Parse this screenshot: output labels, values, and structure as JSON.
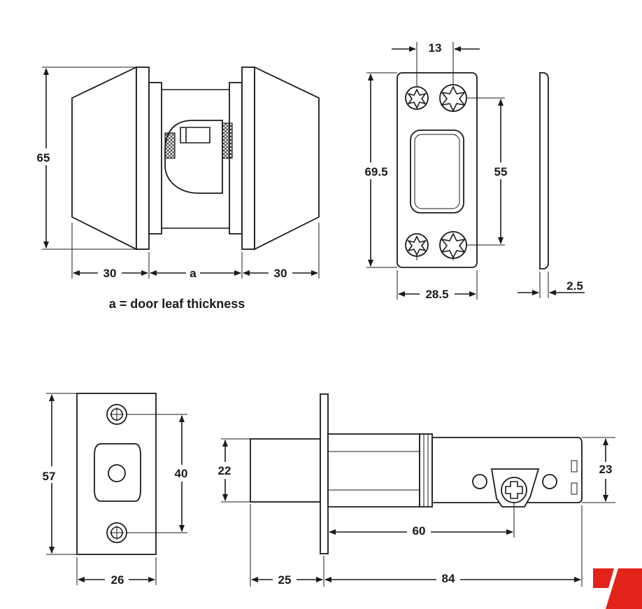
{
  "deadbolt_front": {
    "height": "65",
    "left_width": "30",
    "door_gap": "a",
    "right_width": "30",
    "note": "a = door leaf thickness"
  },
  "strike_plate": {
    "screw_spacing": "13",
    "height": "69.5",
    "hole_spacing": "55",
    "width": "28.5",
    "thickness": "2.5"
  },
  "face_plate": {
    "height": "57",
    "hole_spacing": "40",
    "width": "26"
  },
  "latch_bolt": {
    "bolt_height": "22",
    "body_height": "23",
    "backset": "60",
    "projection": "25",
    "length": "84"
  },
  "brand": {
    "accent_color": "#e2231a"
  }
}
